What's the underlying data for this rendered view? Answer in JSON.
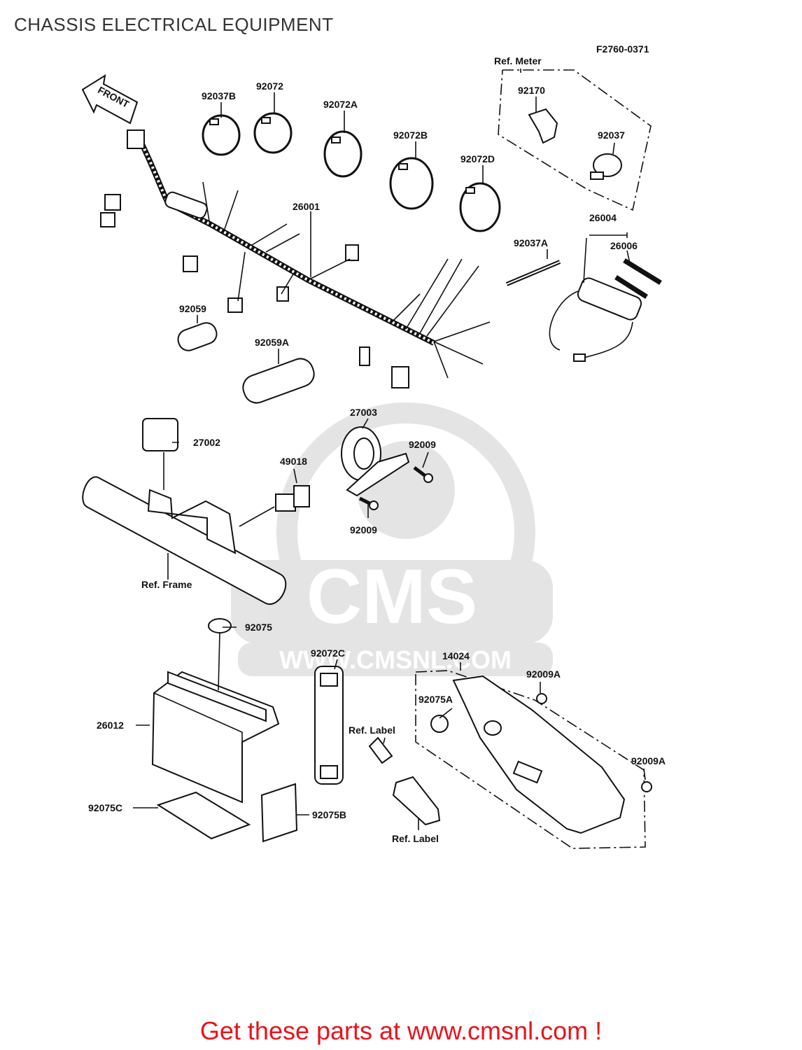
{
  "header": {
    "title": "CHASSIS ELECTRICAL EQUIPMENT",
    "ref_code": "F2760-0371"
  },
  "front_arrow": "FRONT",
  "watermark": {
    "brand": "CMS",
    "url": "WWW.CMSNL.COM"
  },
  "labels": {
    "p92037B": "92037B",
    "p92072": "92072",
    "p92072A": "92072A",
    "p92072B": "92072B",
    "p92072D": "92072D",
    "ref_meter": "Ref. Meter",
    "p92170": "92170",
    "p92037": "92037",
    "p26001": "26001",
    "p26004": "26004",
    "p92037A": "92037A",
    "p26006": "26006",
    "p92059": "92059",
    "p92059A": "92059A",
    "p27003": "27003",
    "p92009_top": "92009",
    "p92009_bot": "92009",
    "p27002": "27002",
    "p49018": "49018",
    "ref_frame": "Ref. Frame",
    "p92075": "92075",
    "p92072C": "92072C",
    "p14024": "14024",
    "p92009A_top": "92009A",
    "p92075A": "92075A",
    "p26012": "26012",
    "ref_label_top": "Ref. Label",
    "p92009A_bot": "92009A",
    "p92075C": "92075C",
    "p92075B": "92075B",
    "ref_label_bot": "Ref. Label"
  },
  "footer": {
    "link_text": "Get these parts at www.cmsnl.com !"
  },
  "colors": {
    "footer": "#e8141b",
    "ink": "#111111",
    "title": "#333333"
  }
}
